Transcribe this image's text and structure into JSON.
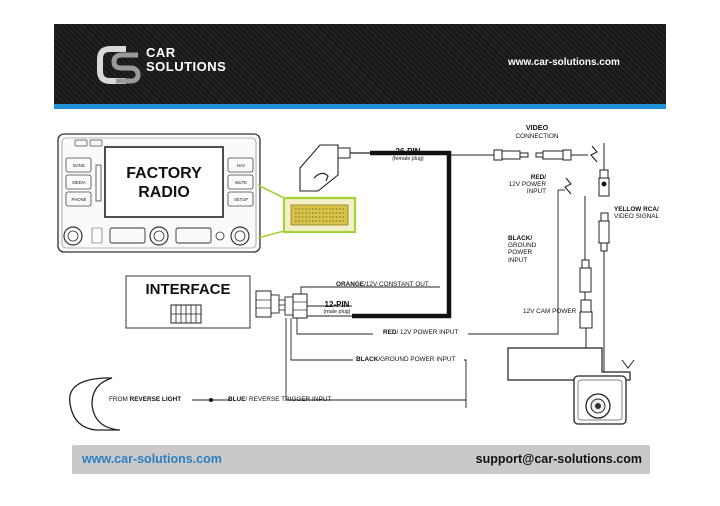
{
  "header": {
    "brand_line1": "CAR",
    "brand_line2": "SOLUTIONS",
    "website": "www.car-solutions.com"
  },
  "radio": {
    "title_line1": "FACTORY",
    "title_line2": "RADIO",
    "left_buttons": [
      "BAND",
      "MEDIA",
      "PHONE"
    ],
    "right_buttons": [
      "NAV",
      "MUTE",
      "SETUP"
    ]
  },
  "interface": {
    "title": "INTERFACE"
  },
  "connectors": {
    "pin26_title": "26-PIN",
    "pin26_sub": "(female plug)",
    "pin12_title": "12-PIN",
    "pin12_sub": "(male plug)"
  },
  "wires": {
    "orange_color": "ORANGE",
    "orange_desc": "/12V CONSTANT OUT",
    "red_color": "RED",
    "red_desc": "/ 12V POWER INPUT",
    "black_color": "BLACK",
    "black_desc": "/GROUND POWER INPUT",
    "from_prefix": "FROM",
    "reverse_light": "REVERSE LIGHT",
    "blue_color": "BLUE",
    "blue_desc": "/ REVERSE TRIGGER INPUT"
  },
  "camera": {
    "video_title": "VIDEO",
    "video_sub": "CONNECTION",
    "red_line1": "RED/",
    "red_line2": "12V POWER",
    "red_line3": "INPUT",
    "yellow_line1": "YELLOW RCA/",
    "yellow_line2": "VIDEO SIGNAL",
    "black_line1": "BLACK/",
    "black_line2": "GROUND",
    "black_line3": "POWER",
    "black_line4": "INPUT",
    "cam_power": "12V CAM POWER"
  },
  "footer": {
    "website": "www.car-solutions.com",
    "email": "support@car-solutions.com"
  },
  "colors": {
    "header_bg": "#1d1d1d",
    "accent_blue": "#1f8fd6",
    "callout_green": "#a6d13a",
    "plug_yellow": "#d8c34a",
    "footer_bg": "#c9c9c9",
    "footer_link": "#2b7fc1"
  }
}
